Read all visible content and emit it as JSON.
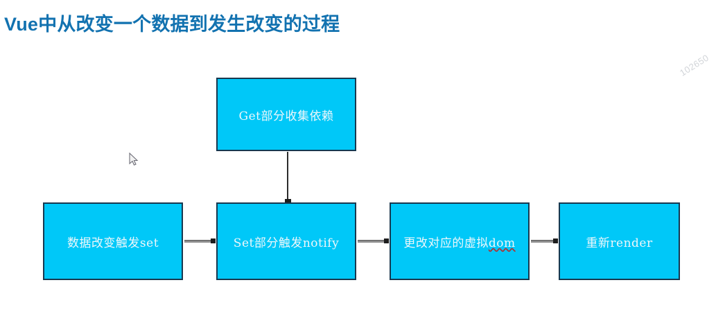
{
  "page": {
    "title": "Vue中从改变一个数据到发生改变的过程",
    "title_color": "#1272b0",
    "background_color": "#ffffff",
    "watermark": "102650"
  },
  "diagram": {
    "box_fill_color": "#00c8f8",
    "box_border_color": "#18384f",
    "box_text_color": "#eef7fb",
    "connector_color": "#8d8d8d",
    "arrowhead_color": "#1d1d1d",
    "boxes": [
      {
        "id": "get",
        "label": "Get部分收集依赖"
      },
      {
        "id": "set_trig",
        "label": "数据改变触发set"
      },
      {
        "id": "notify",
        "label": "Set部分触发notify"
      },
      {
        "id": "vdom",
        "label_prefix": "更改对应的虚拟",
        "label_misspelled": "dom"
      },
      {
        "id": "render",
        "label": "重新render"
      }
    ],
    "connectors": [
      {
        "id": "set_trig-to-notify",
        "from": "set_trig",
        "to": "notify",
        "direction": "right"
      },
      {
        "id": "notify-to-vdom",
        "from": "notify",
        "to": "vdom",
        "direction": "right"
      },
      {
        "id": "vdom-to-render",
        "from": "vdom",
        "to": "render",
        "direction": "right"
      },
      {
        "id": "get-to-notify",
        "from": "get",
        "to": "notify",
        "direction": "down"
      }
    ]
  }
}
